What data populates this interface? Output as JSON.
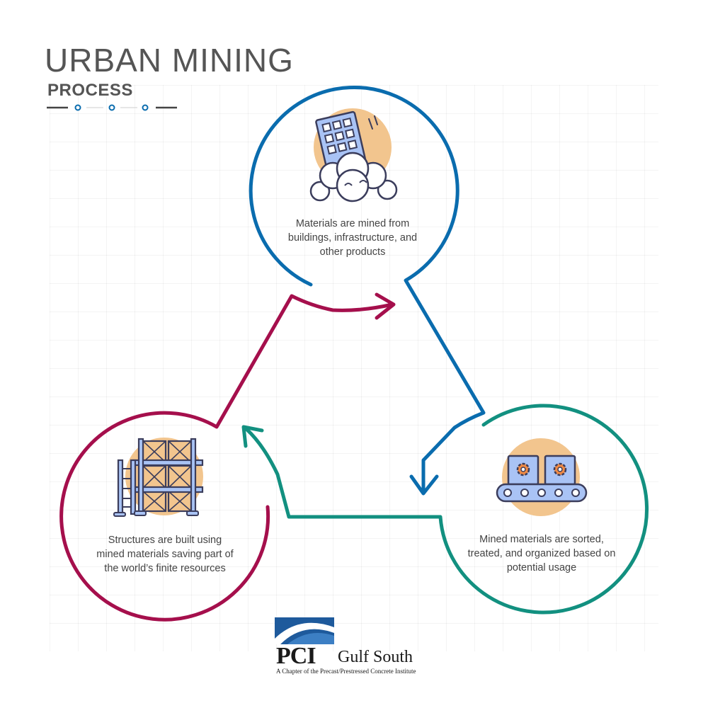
{
  "header": {
    "title": "URBAN MINING",
    "subtitle": "PROCESS"
  },
  "colors": {
    "blue": "#0a6cae",
    "teal": "#129080",
    "crimson": "#a50f4c",
    "peach": "#f2c58e",
    "icon_fill": "#a9c3f5",
    "icon_stroke": "#3b3d5c"
  },
  "steps": [
    {
      "label": "Materials are mined from buildings, infrastructure, and other products",
      "icon": "building-demolition-icon"
    },
    {
      "label": "Mined materials are sorted, treated, and organized based on potential usage",
      "icon": "conveyor-belt-icon"
    },
    {
      "label": "Structures are built using mined materials saving part of the world’s finite resources",
      "icon": "warehouse-rack-icon"
    }
  ],
  "logo": {
    "name": "PCI",
    "region": "Gulf South",
    "tagline": "A Chapter of the Precast/Prestressed Concrete Institute"
  }
}
